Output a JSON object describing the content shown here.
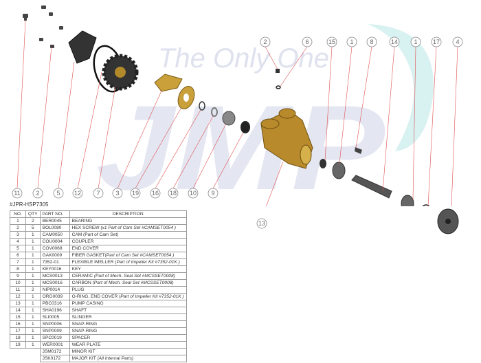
{
  "watermark": {
    "tagline": "The Only One",
    "logo": "JMP"
  },
  "document_id": "#JPR-HSP7305",
  "callouts_top": [
    "2",
    "6",
    "15",
    "1",
    "8",
    "14",
    "1",
    "17",
    "4"
  ],
  "callouts_bottom": [
    "11",
    "2",
    "5",
    "12",
    "7",
    "3",
    "19",
    "16",
    "18",
    "10",
    "9"
  ],
  "callout_casing": "13",
  "table": {
    "headers": [
      "NO.",
      "QTY",
      "PART NO.",
      "DESCRIPTION"
    ],
    "rows": [
      {
        "no": "1",
        "qty": "2",
        "part": "BER0045",
        "desc": "BEARING",
        "note": ""
      },
      {
        "no": "2",
        "qty": "5",
        "part": "BOL0080",
        "desc": "HEX SCREW (",
        "note": "x1 Part of Cam Set #CAMSET0054 )"
      },
      {
        "no": "3",
        "qty": "1",
        "part": "CAM0050",
        "desc": "CAM (Part of Cam Set)",
        "note": ""
      },
      {
        "no": "4",
        "qty": "1",
        "part": "COU0004",
        "desc": "COUPLER",
        "note": ""
      },
      {
        "no": "5",
        "qty": "1",
        "part": "COV0068",
        "desc": "END COVER",
        "note": ""
      },
      {
        "no": "6",
        "qty": "1",
        "part": "GAK0009",
        "desc": "FIBER GASKET(",
        "note": "Part of Cam Set #CAMSET0054 )"
      },
      {
        "no": "7",
        "qty": "1",
        "part": "7352-01",
        "desc": "FLEXIBLE IMELLER (",
        "note": "Part of Impeller Kit #7352-01K )"
      },
      {
        "no": "8",
        "qty": "1",
        "part": "KEY0016",
        "desc": "KEY",
        "note": ""
      },
      {
        "no": "9",
        "qty": "1",
        "part": "MCS0013",
        "desc": "CERAMIC ",
        "note": "(Part of Mech. Seal Set #MCSSET0008)"
      },
      {
        "no": "10",
        "qty": "1",
        "part": "MCS0016",
        "desc": "CARBON ",
        "note": "(Part of Mech. Seal Set #MCSSET0008)"
      },
      {
        "no": "11",
        "qty": "2",
        "part": "NIP0014",
        "desc": "PLUG",
        "note": ""
      },
      {
        "no": "12",
        "qty": "1",
        "part": "ORG0039",
        "desc": "O-RING, END COVER (",
        "note": "Part of Impeller Kit #7352-01K )"
      },
      {
        "no": "13",
        "qty": "1",
        "part": "PBC0316",
        "desc": "PUMP CASING",
        "note": ""
      },
      {
        "no": "14",
        "qty": "1",
        "part": "SHA0196",
        "desc": "SHAFT",
        "note": ""
      },
      {
        "no": "15",
        "qty": "1",
        "part": "SLI0005",
        "desc": "SLINGER",
        "note": ""
      },
      {
        "no": "16",
        "qty": "1",
        "part": "SNP0006",
        "desc": "SNAP-RING",
        "note": ""
      },
      {
        "no": "17",
        "qty": "1",
        "part": "SNP0009",
        "desc": "SNAP-RING",
        "note": ""
      },
      {
        "no": "18",
        "qty": "1",
        "part": "SPC0019",
        "desc": "SPACER",
        "note": ""
      },
      {
        "no": "19",
        "qty": "1",
        "part": "WER0001",
        "desc": "WEAR PLATE",
        "note": ""
      },
      {
        "no": "",
        "qty": "",
        "part": "JSM0172",
        "desc": "MINOR KIT",
        "note": ""
      },
      {
        "no": "",
        "qty": "",
        "part": "JSK0172",
        "desc": "MAJOR KIT ",
        "note": "(All Internal Parts)"
      }
    ]
  }
}
